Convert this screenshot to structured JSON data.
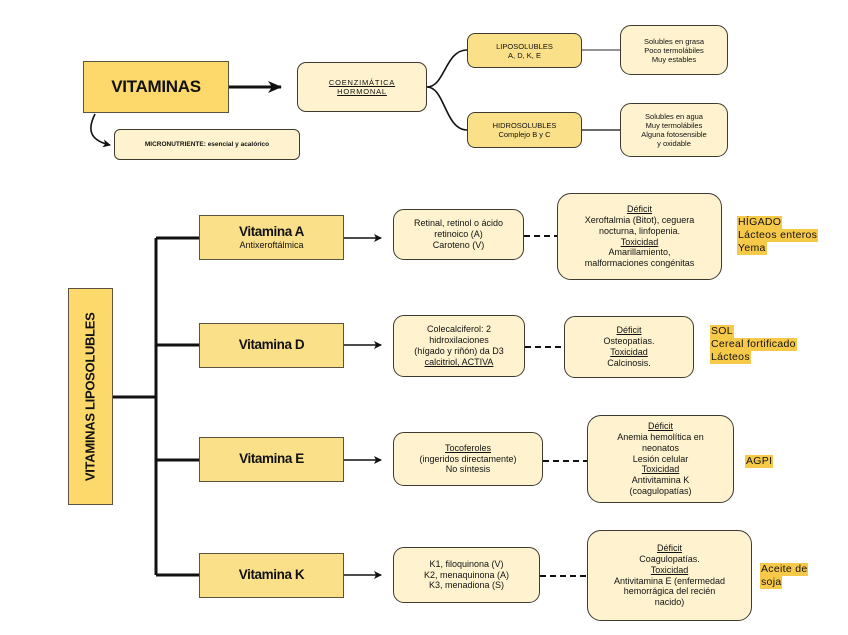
{
  "top": {
    "title": "VITAMINAS",
    "micronutriente": "MICRONUTRIENTE: esencial y acalórico",
    "function_lines": [
      "COENZIMÁTICA",
      "HORMONAL"
    ],
    "groups": [
      {
        "name": "LIPOSOLUBLES",
        "members": "A, D, K, E",
        "properties": [
          "Solubles en grasa",
          "Poco termolábiles",
          "Muy estables"
        ]
      },
      {
        "name": "HIDROSOLUBLES",
        "members": "Complejo B y C",
        "properties": [
          "Solubles en agua",
          "Muy termolábiles",
          "Alguna fotosensible",
          "y oxidable"
        ]
      }
    ]
  },
  "liposolubles": {
    "title": "VITAMINAS LIPOSOLUBLES",
    "vitamins": [
      {
        "name": "Vitamina A",
        "subtitle": "Antixeroftálmica",
        "forms": [
          "Retinal, retinol o ácido",
          "retinoico (A)",
          "Caroteno (V)"
        ],
        "deficit_label": "Déficit",
        "deficit": [
          "Xeroftalmia (Bitot), ceguera",
          "nocturna, linfopenia."
        ],
        "toxicity_label": "Toxicidad",
        "toxicity": [
          "Amarillamiento,",
          "malformaciones congénitas"
        ],
        "sources": [
          "HÍGADO",
          "Lácteos enteros",
          "Yema"
        ]
      },
      {
        "name": "Vitamina D",
        "subtitle": "",
        "forms": [
          "Colecalciferol: 2",
          "hidroxilaciones",
          "(hígado y riñón) da D3",
          "calcitriol, ACTIVA"
        ],
        "deficit_label": "Déficit",
        "deficit": [
          "Osteopatías."
        ],
        "toxicity_label": "Toxicidad",
        "toxicity": [
          "Calcinosis."
        ],
        "sources": [
          "SOL",
          "Cereal fortificado",
          "Lácteos"
        ]
      },
      {
        "name": "Vitamina E",
        "subtitle": "",
        "forms": [
          "Tocoferoles",
          "(ingeridos directamente)",
          "No síntesis"
        ],
        "deficit_label": "Déficit",
        "deficit": [
          "Anemia hemolítica en",
          "neonatos",
          "Lesión celular"
        ],
        "toxicity_label": "Toxicidad",
        "toxicity": [
          "Antivitamina K",
          "(coagulopatías)"
        ],
        "sources": [
          "AGPI"
        ]
      },
      {
        "name": "Vitamina K",
        "subtitle": "",
        "forms": [
          "K1, filoquinona (V)",
          "K2, menaquinona (A)",
          "K3, menadiona (S)"
        ],
        "deficit_label": "Déficit",
        "deficit": [
          "Coagulopatías."
        ],
        "toxicity_label": "Toxicidad",
        "toxicity": [
          "Antivitamina E (enfermedad",
          "hemorrágica del recién",
          "nacido)"
        ],
        "sources": [
          "Aceite de",
          "soja"
        ]
      }
    ]
  },
  "colors": {
    "gold": "#fcd96a",
    "light_gold": "#fbe08a",
    "cream": "#fff3cf",
    "highlight": "#f7c948",
    "line": "#111111"
  }
}
